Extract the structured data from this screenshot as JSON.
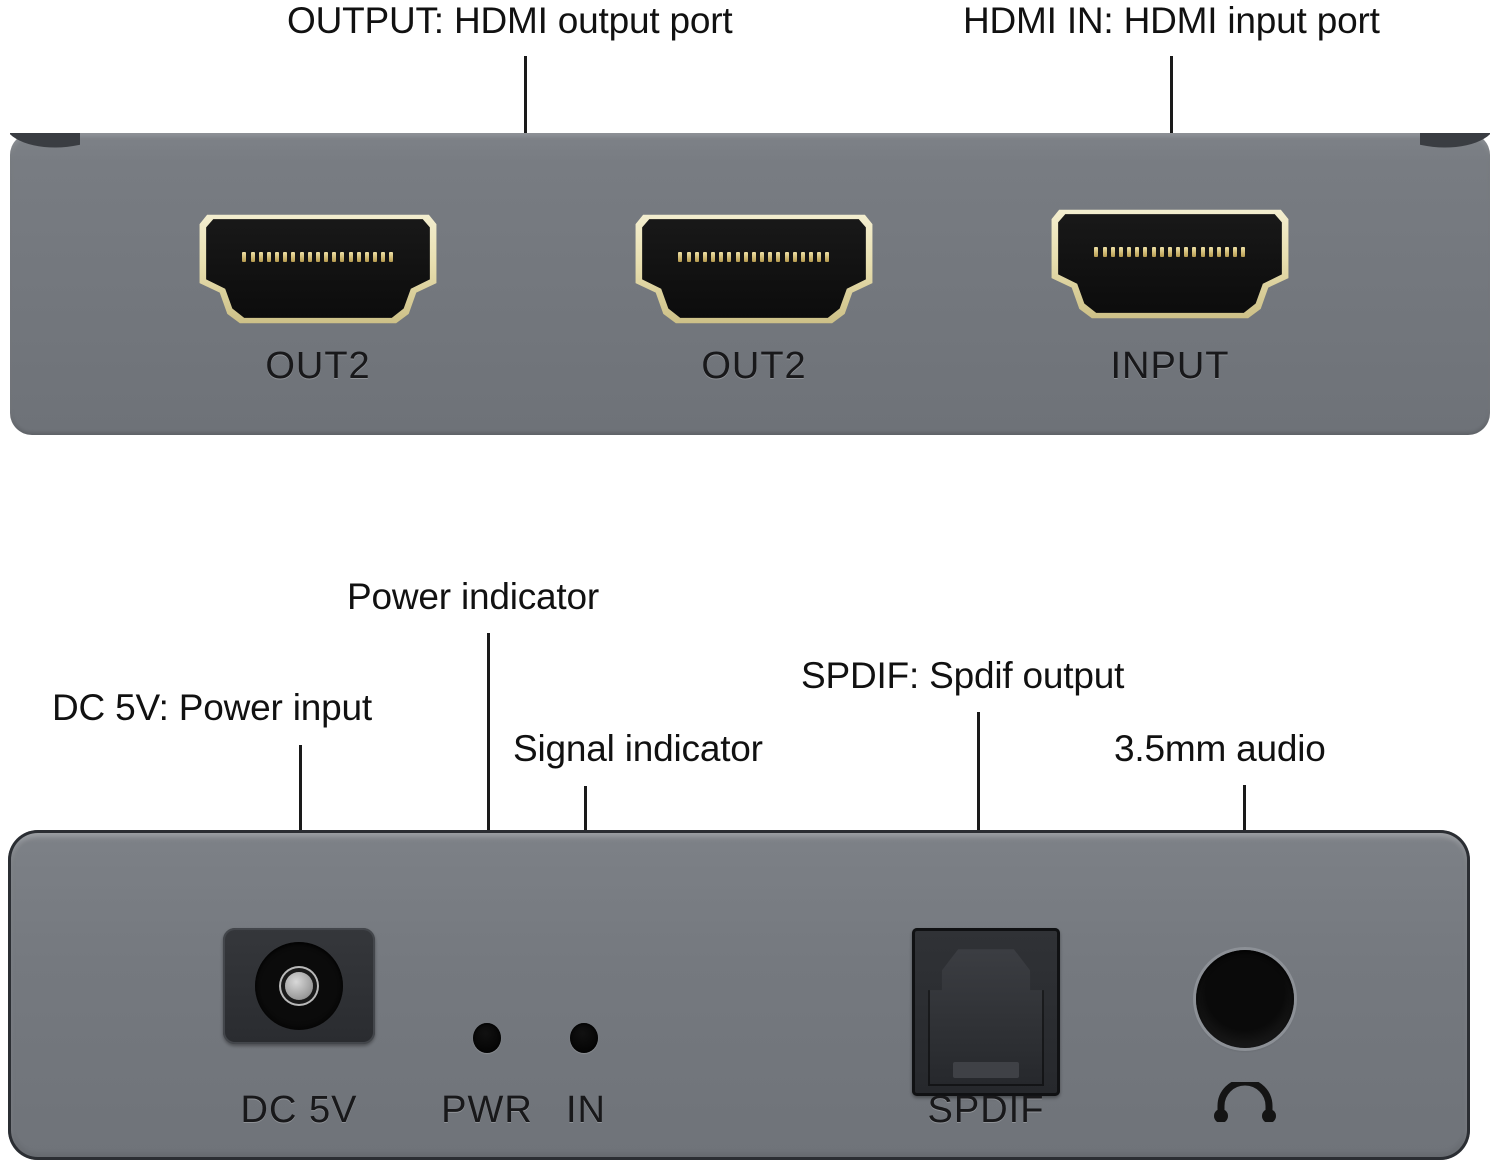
{
  "diagram": {
    "title": "HDMI splitter port identification diagram",
    "body_color": "#73777d",
    "connector_gold": "#e8dfb0",
    "connector_black": "#121212",
    "leader_color": "#1a1a1a"
  },
  "top_panel": {
    "callouts": [
      {
        "text": "OUTPUT: HDMI output port",
        "type": "bracket"
      },
      {
        "text": "HDMI IN: HDMI input port",
        "type": "line"
      }
    ],
    "ports": [
      {
        "label": "OUT2",
        "kind": "hdmi"
      },
      {
        "label": "OUT2",
        "kind": "hdmi"
      },
      {
        "label": "INPUT",
        "kind": "hdmi"
      }
    ]
  },
  "bottom_panel": {
    "callouts": [
      {
        "text": "DC 5V: Power input"
      },
      {
        "text": "Power indicator"
      },
      {
        "text": "Signal indicator"
      },
      {
        "text": "SPDIF: Spdif output"
      },
      {
        "text": "3.5mm audio"
      }
    ],
    "ports": [
      {
        "label": "DC 5V",
        "kind": "dc-jack"
      },
      {
        "label": "PWR",
        "kind": "led"
      },
      {
        "label": "IN",
        "kind": "led"
      },
      {
        "label": "SPDIF",
        "kind": "toslink"
      },
      {
        "label": "",
        "kind": "audio-jack",
        "icon": "headphone-icon"
      }
    ]
  }
}
